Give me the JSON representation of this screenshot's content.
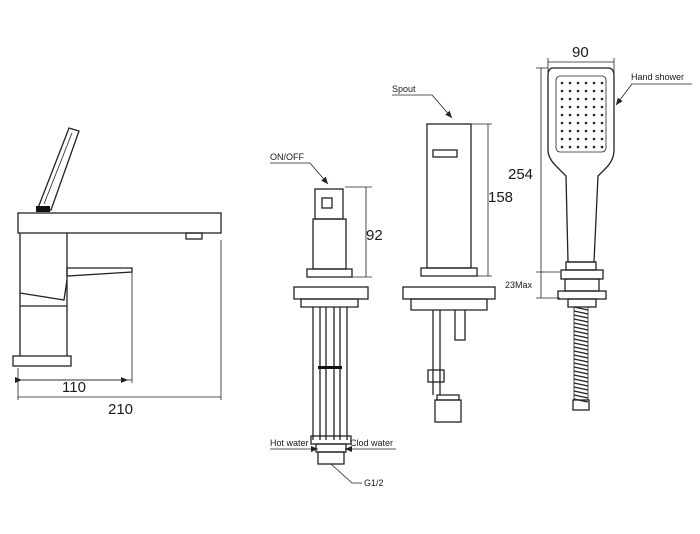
{
  "dimensions": {
    "faucet_reach": "110",
    "faucet_length": "210",
    "diverter_height": "92",
    "spout_height": "158",
    "shower_length": "254",
    "shower_width": "90",
    "deck_thickness": "23Max"
  },
  "labels": {
    "on_off": "ON/OFF",
    "spout": "Spout",
    "hand_shower": "Hand shower",
    "hot_water": "Hot water",
    "cold_water": "Clod water",
    "thread": "G1/2"
  },
  "colors": {
    "line": "#222222",
    "background": "#ffffff"
  }
}
